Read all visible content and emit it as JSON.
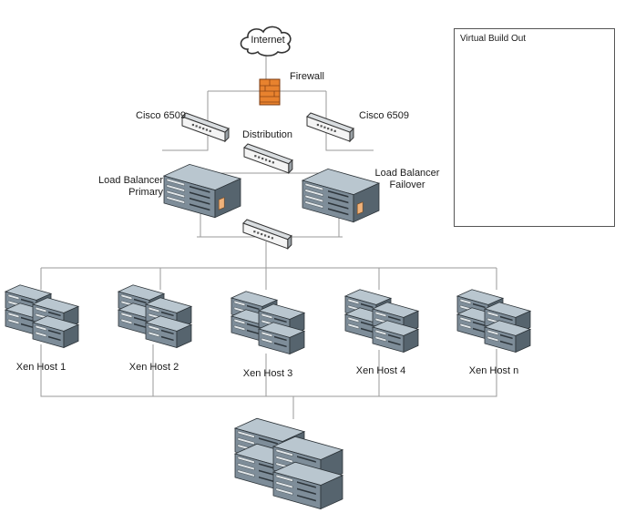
{
  "nodes": {
    "internet": "Internet",
    "firewall": "Firewall",
    "cisco_left": "Cisco 6509",
    "cisco_right": "Cisco 6509",
    "distribution": "Distribution",
    "lb_primary": [
      "Load Balancer",
      "Primary"
    ],
    "lb_failover": [
      "Load Balancer",
      "Failover"
    ],
    "hosts": [
      "Xen Host 1",
      "Xen Host 2",
      "Xen Host 3",
      "Xen Host 4",
      "Xen Host n"
    ]
  },
  "panel": {
    "title": "Virtual Build Out"
  },
  "colors": {
    "line": "#9a9a9a",
    "server_front": "#7e8d99",
    "server_top": "#b9c6cf",
    "server_side": "#56646e",
    "cloud_fill": "#c7d9ee",
    "firewall": "#e8822e",
    "storage_tag": "#f0b27a"
  },
  "icons": [
    "cloud-icon",
    "firewall-icon",
    "switch-icon",
    "server-icon",
    "server-rack-icon"
  ]
}
